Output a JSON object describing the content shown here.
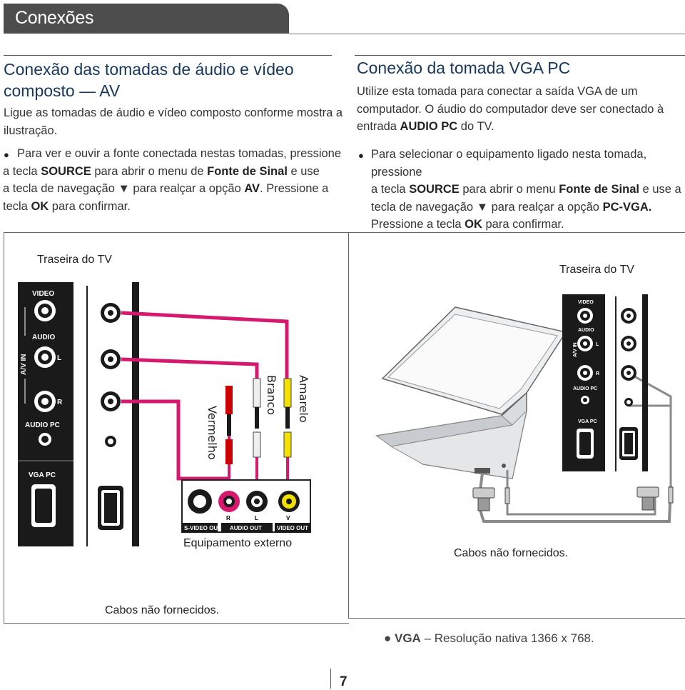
{
  "header": {
    "title": "Conexões"
  },
  "left": {
    "heading_line1": "Conexão das tomadas de áudio e vídeo",
    "heading_line2": "composto — AV",
    "intro_l1": "Ligue as tomadas de áudio e vídeo composto conforme mostra a",
    "intro_l2": "ilustração.",
    "b_l1": "Para ver e ouvir a fonte conectada nestas tomadas, pressione",
    "b_l2a": "a tecla ",
    "b_l2b": "SOURCE",
    "b_l2c": " para abrir o menu de ",
    "b_l2d": "Fonte de Sinal",
    "b_l2e": " e use",
    "b_l3a": "a tecla de navegação ",
    "b_l3b": "▼",
    "b_l3c": " para realçar a opção ",
    "b_l3d": "AV",
    "b_l3e": ". Pressione a",
    "b_l4a": "tecla ",
    "b_l4b": "OK",
    "b_l4c": " para confirmar."
  },
  "right": {
    "heading": "Conexão da tomada VGA PC",
    "intro_l1": "Utilize esta tomada para conectar a saída VGA de um",
    "intro_l2": "computador. O áudio do computador deve ser conectado à",
    "intro_l3a": "entrada ",
    "intro_l3b": "AUDIO PC",
    "intro_l3c": " do TV.",
    "b_l1": "Para selecionar o equipamento ligado nesta tomada, pressione",
    "b_l2a": "a tecla ",
    "b_l2b": "SOURCE",
    "b_l2c": " para abrir o menu ",
    "b_l2d": "Fonte de Sinal",
    "b_l2e": " e use a",
    "b_l3a": "tecla de navegação ",
    "b_l3b": "▼",
    "b_l3c": " para realçar a opção ",
    "b_l3d": "PC-VGA.",
    "b_l4a": "Pressione a tecla ",
    "b_l4b": "OK",
    "b_l4c": " para confirmar."
  },
  "diagram_left": {
    "tv_back": "Traseira do TV",
    "video": "VIDEO",
    "audio": "AUDIO",
    "avin": "A/V IN",
    "l": "L",
    "r": "R",
    "audio_pc": "AUDIO PC",
    "vga_pc": "VGA PC",
    "vermelho": "Vermelho",
    "branco": "Branco",
    "amarelo": "Amarelo",
    "svideo_out": "S-VIDEO OUT",
    "audio_out": "AUDIO OUT",
    "video_out": "VIDEO OUT",
    "jack_r": "R",
    "jack_l": "L",
    "jack_v": "V",
    "ext": "Equipamento externo",
    "cables": "Cabos não fornecidos."
  },
  "diagram_right": {
    "tv_back": "Traseira do TV",
    "video": "VIDEO",
    "audio": "AUDIO",
    "avin": "A/V IN",
    "l": "L",
    "r": "R",
    "audio_pc": "AUDIO PC",
    "vga_pc": "VGA PC",
    "cables": "Cabos não fornecidos.",
    "note_a": "VGA",
    "note_b": " – Resolução nativa 1366 x 768."
  },
  "page_number": "7",
  "colors": {
    "cable_pink": "#d6186f",
    "cable_gray": "#8a8a8a",
    "heading": "#17375e",
    "header_bg": "#4d4d4d"
  }
}
